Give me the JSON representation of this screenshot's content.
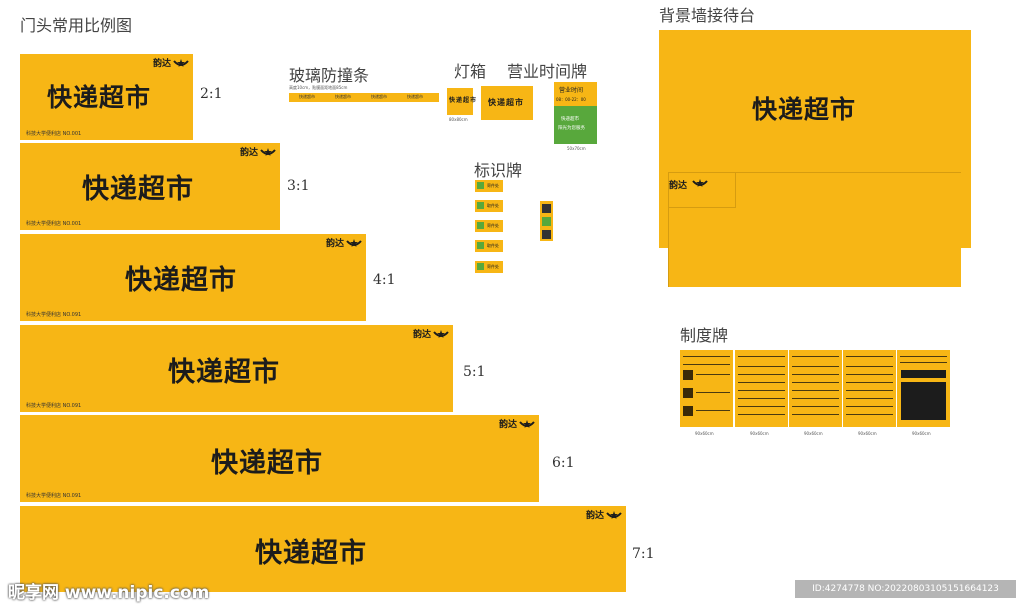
{
  "sections": {
    "facade": "门头常用比例图",
    "glass": "玻璃防撞条",
    "lightbox": "灯箱",
    "hours": "营业时间牌",
    "signage": "标识牌",
    "wall": "背景墙接待台",
    "rules": "制度牌"
  },
  "brand": {
    "name": "快递超市",
    "logo_text": "韵达",
    "store_line_a": "科技大学便利店 NO.001",
    "store_line_b": "科技大学便利店 NO.091",
    "accent": "#f7b615"
  },
  "ratios": [
    "2:1",
    "3:1",
    "4:1",
    "5:1",
    "6:1",
    "7:1"
  ],
  "glass_strip": {
    "note": "高度10cm，贴膜面距地面85cm",
    "items": [
      "快递超市",
      "快递超市",
      "快递超市",
      "快递超市"
    ]
  },
  "lightbox_size": "80x80cm",
  "hours_sign": {
    "title": "营业时间",
    "time": "08：00-22：00",
    "service": "快递超市",
    "slogan": "阳光为您服务",
    "size": "50x70cm"
  },
  "signage_items": [
    "寄件处",
    "取件处",
    "寄件处",
    "取件处",
    "寄件处"
  ],
  "rule_size": "90x60cm",
  "rule_panels": [
    "90x60cm",
    "90x60cm",
    "90x60cm",
    "90x60cm",
    "90x60cm"
  ],
  "watermark": {
    "left": "昵享网 www.nipic.com",
    "right": "ID:4274778 NO:20220803105151664123"
  }
}
